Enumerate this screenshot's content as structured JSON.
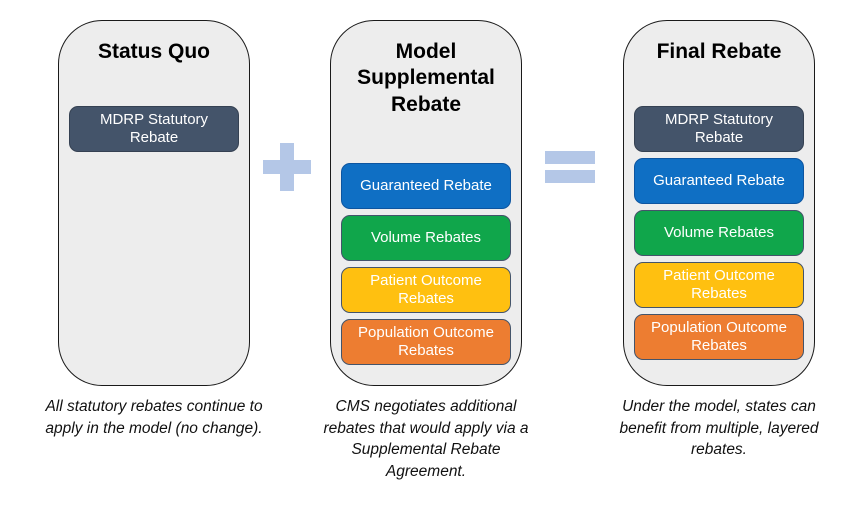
{
  "colors": {
    "panel_bg": "#EDEDED",
    "panel_border": "#1A1A1A",
    "slate": "#44546A",
    "blue": "#0F6FC4",
    "green": "#10A64B",
    "yellow": "#FFC010",
    "orange": "#ED7D31",
    "operator": "#B4C7E7",
    "box_text": "#FFFFFF"
  },
  "operators": [
    {
      "symbol": "plus"
    },
    {
      "symbol": "equals"
    }
  ],
  "columns": [
    {
      "title": "Status Quo",
      "boxes": [
        {
          "label": "MDRP Statutory Rebate",
          "color": "slate"
        }
      ],
      "caption": "All statutory rebates continue to apply in the model (no change)."
    },
    {
      "title": "Model Supplemental Rebate",
      "boxes": [
        {
          "label": "Guaranteed Rebate",
          "color": "blue"
        },
        {
          "label": "Volume Rebates",
          "color": "green"
        },
        {
          "label": "Patient Outcome Rebates",
          "color": "yellow"
        },
        {
          "label": "Population Outcome Rebates",
          "color": "orange"
        }
      ],
      "caption": "CMS negotiates additional rebates that would apply via a Supplemental Rebate Agreement."
    },
    {
      "title": "Final Rebate",
      "boxes": [
        {
          "label": "MDRP Statutory Rebate",
          "color": "slate"
        },
        {
          "label": "Guaranteed Rebate",
          "color": "blue"
        },
        {
          "label": "Volume Rebates",
          "color": "green"
        },
        {
          "label": "Patient Outcome Rebates",
          "color": "yellow"
        },
        {
          "label": "Population Outcome Rebates",
          "color": "orange"
        }
      ],
      "caption": "Under the model, states can benefit from multiple, layered rebates."
    }
  ]
}
